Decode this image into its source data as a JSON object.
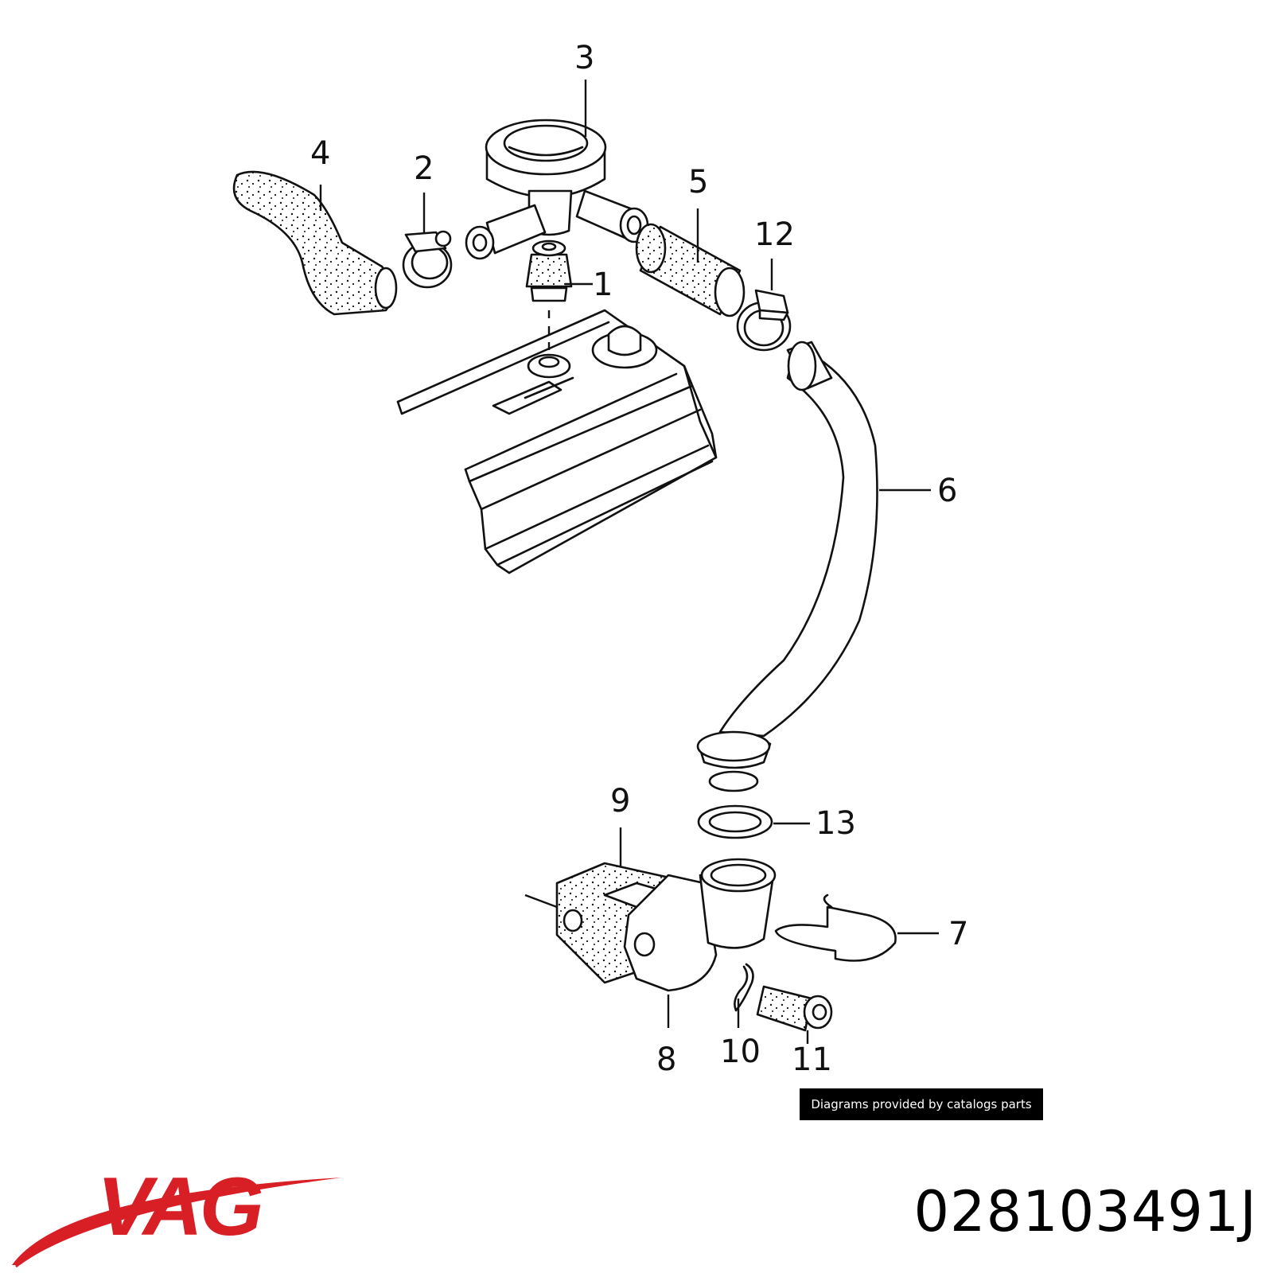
{
  "callouts": [
    "1",
    "2",
    "3",
    "4",
    "5",
    "6",
    "7",
    "8",
    "9",
    "10",
    "11",
    "12",
    "13"
  ],
  "credit_text": "Diagrams provided by catalogs parts",
  "brand": {
    "name": "VAG",
    "color": "#d81f26"
  },
  "part_number": "028103491J",
  "colors": {
    "line": "#111111",
    "background": "#ffffff"
  }
}
